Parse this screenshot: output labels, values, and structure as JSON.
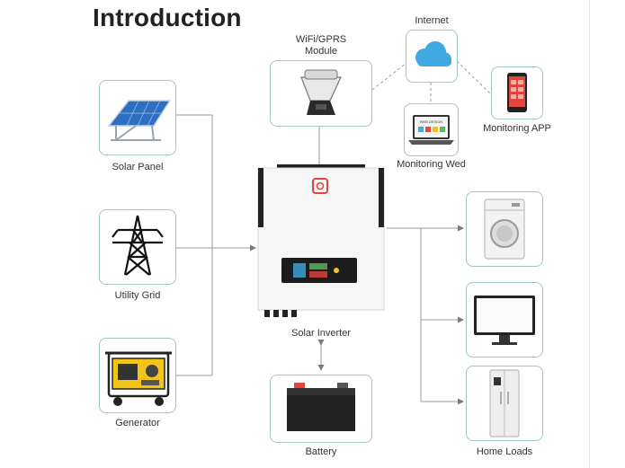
{
  "title": "Introduction",
  "nodes": {
    "solar_panel": "Solar Panel",
    "utility_grid": "Utility Grid",
    "generator": "Generator",
    "wifi_module": "WiFi/GPRS\nModule",
    "internet": "Internet",
    "monitoring_app": "Monitoring APP",
    "monitoring_web": "Monitoring Wed",
    "solar_inverter": "Solar Inverter",
    "battery": "Battery",
    "home_loads": "Home Loads",
    "web_screen_text": "WEB DESIGN"
  },
  "colors": {
    "box_border": "#9cc9c3",
    "line": "#9a9a9a",
    "accent_red": "#e2453c",
    "generator_yellow": "#f2c417",
    "cloud_blue": "#3fa9e0",
    "solar_blue": "#2d6fc0"
  }
}
